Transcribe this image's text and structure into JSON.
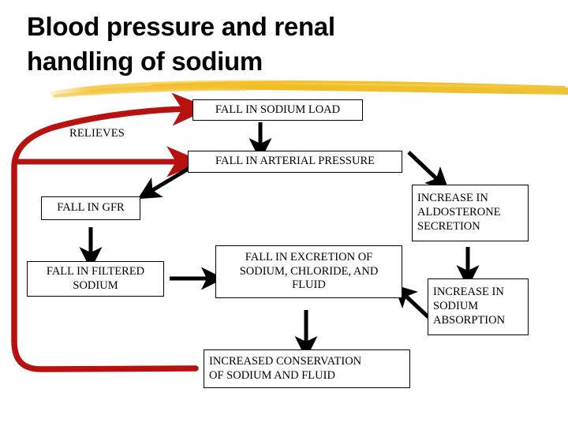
{
  "slide": {
    "title": "Blood pressure and renal\nhandling of sodium",
    "background_color": "#ffffff",
    "accent_underline_color": "#F2C23C",
    "feedback_arrow_color": "#B81210",
    "flow_arrow_color": "#000000"
  },
  "labels": {
    "relieves": "RELIEVES"
  },
  "nodes": {
    "sodium_load": "FALL IN SODIUM LOAD",
    "arterial_pressure": "FALL IN ARTERIAL PRESSURE",
    "gfr": "FALL IN GFR",
    "aldosterone": "INCREASE IN\nALDOSTERONE\nSECRETION",
    "filtered_sodium": "FALL IN FILTERED\nSODIUM",
    "excretion": "FALL IN EXCRETION OF\nSODIUM, CHLORIDE, AND\nFLUID",
    "absorption": "INCREASE IN\nSODIUM\nABSORPTION",
    "conservation": "INCREASED CONSERVATION\nOF SODIUM AND FLUID"
  },
  "arrows": [
    {
      "name": "sodium-load-to-arterial-pressure",
      "kind": "flow-down"
    },
    {
      "name": "arterial-pressure-to-gfr",
      "kind": "flow-diagonal-down-left"
    },
    {
      "name": "arterial-pressure-to-aldosterone",
      "kind": "flow-diagonal-down-right"
    },
    {
      "name": "gfr-to-filtered-sodium",
      "kind": "flow-down"
    },
    {
      "name": "filtered-sodium-to-excretion",
      "kind": "flow-right"
    },
    {
      "name": "aldosterone-to-absorption",
      "kind": "flow-down"
    },
    {
      "name": "absorption-to-excretion",
      "kind": "flow-diagonal-up-left"
    },
    {
      "name": "excretion-to-conservation",
      "kind": "flow-down"
    },
    {
      "name": "conservation-relieves-sodium-load",
      "kind": "feedback-red"
    },
    {
      "name": "conservation-relieves-arterial-pressure",
      "kind": "feedback-red"
    }
  ]
}
